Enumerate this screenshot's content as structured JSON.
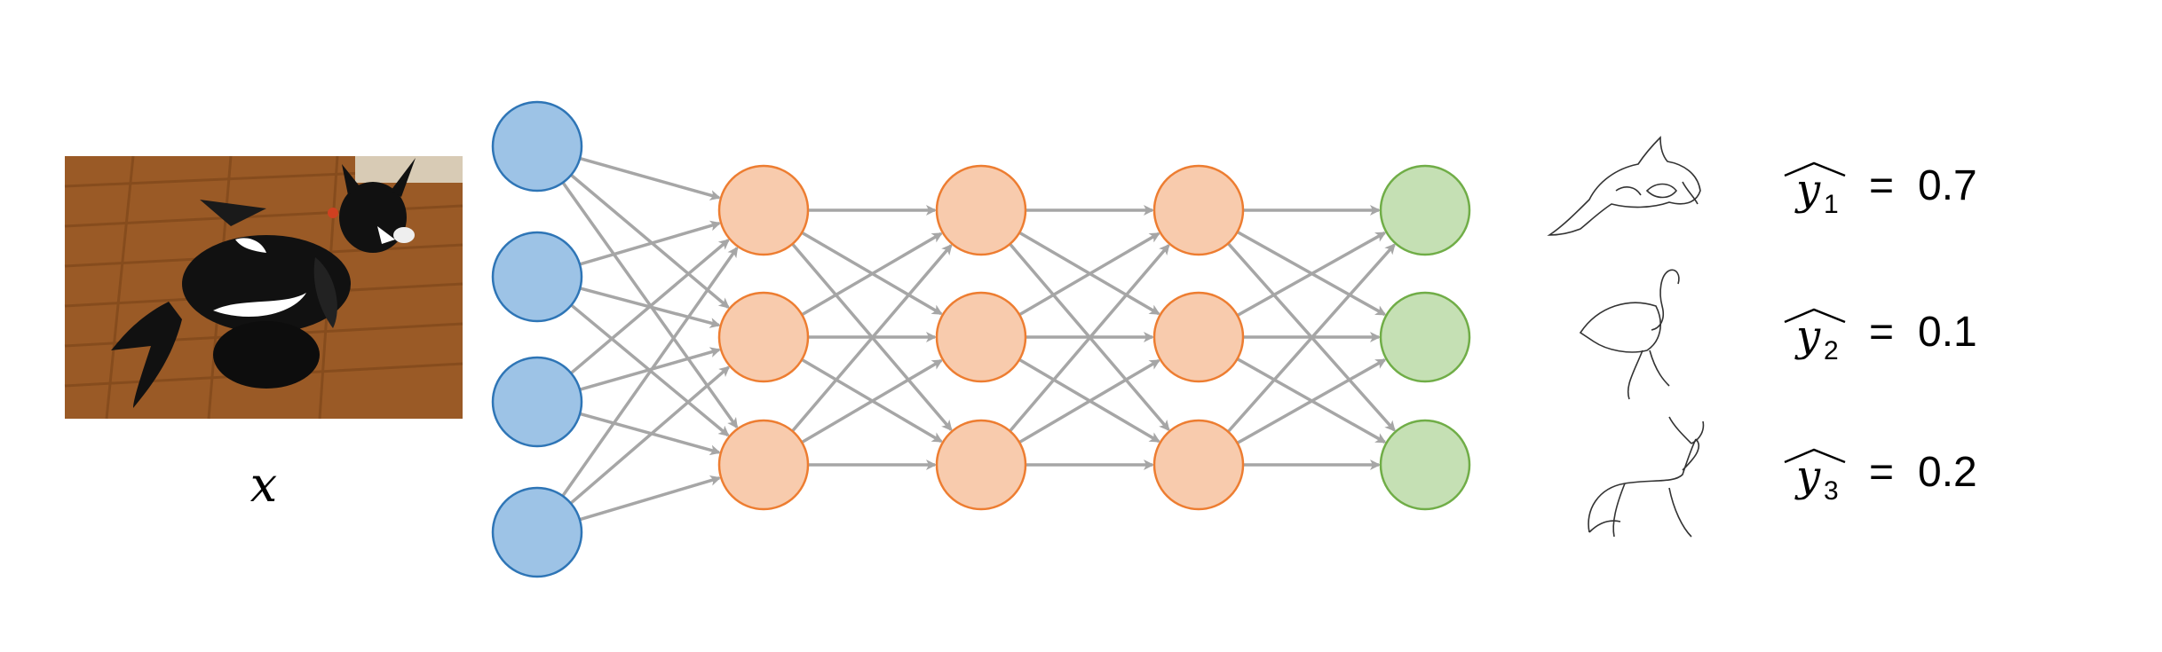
{
  "input": {
    "image_alt": "dog in orca costume",
    "label": "x"
  },
  "network": {
    "layers": [
      {
        "name": "input",
        "nodes": 4,
        "fill": "#9DC3E6",
        "stroke": "#2E75B6"
      },
      {
        "name": "hidden-1",
        "nodes": 3,
        "fill": "#F8CBAD",
        "stroke": "#ED7D31"
      },
      {
        "name": "hidden-2",
        "nodes": 3,
        "fill": "#F8CBAD",
        "stroke": "#ED7D31"
      },
      {
        "name": "hidden-3",
        "nodes": 3,
        "fill": "#F8CBAD",
        "stroke": "#ED7D31"
      },
      {
        "name": "output",
        "nodes": 3,
        "fill": "#C5E0B4",
        "stroke": "#70AD47"
      }
    ],
    "edge_color": "#A6A6A6"
  },
  "outputs": [
    {
      "icon": "orca-icon",
      "symbol": "y",
      "subscript": "1",
      "equals": "=",
      "value": "0.7"
    },
    {
      "icon": "flamingo-icon",
      "symbol": "y",
      "subscript": "2",
      "equals": "=",
      "value": "0.1"
    },
    {
      "icon": "deer-icon",
      "symbol": "y",
      "subscript": "3",
      "equals": "=",
      "value": "0.2"
    }
  ]
}
